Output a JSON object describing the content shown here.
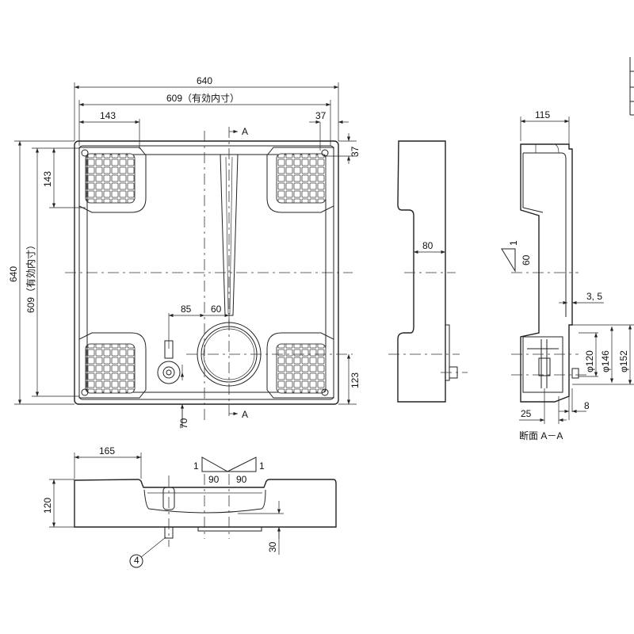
{
  "plan_view": {
    "dim_overall_width": "640",
    "dim_inner_width": "609（有効内寸）",
    "dim_corner_width": "143",
    "dim_corner_offset_x": "37",
    "dim_corner_offset_y": "37",
    "dim_overall_depth": "640",
    "dim_inner_depth": "609（有効内寸）",
    "dim_corner_depth": "143",
    "dim_valve_offset": "85",
    "dim_drain_offset": "60",
    "dim_drain_from_front": "123",
    "dim_valve_depth": "70",
    "section_mark_top": "A",
    "section_mark_bottom": "A"
  },
  "side_view": {
    "dim_recess": "80"
  },
  "section_view": {
    "dim_height": "115",
    "slope_rise": "1",
    "slope_run": "60",
    "dim_wall": "3, 5",
    "dim_phi120": "φ120",
    "dim_phi146": "φ146",
    "dim_phi152": "φ152",
    "dim_flange": "8",
    "dim_outlet": "25",
    "caption": "断面 A－A"
  },
  "front_view": {
    "dim_step_width": "165",
    "dim_height": "120",
    "dim_drop": "30",
    "slope_left_rise": "1",
    "slope_right_rise": "1",
    "slope_left_run": "90",
    "slope_right_run": "90",
    "part_callout": "4"
  }
}
